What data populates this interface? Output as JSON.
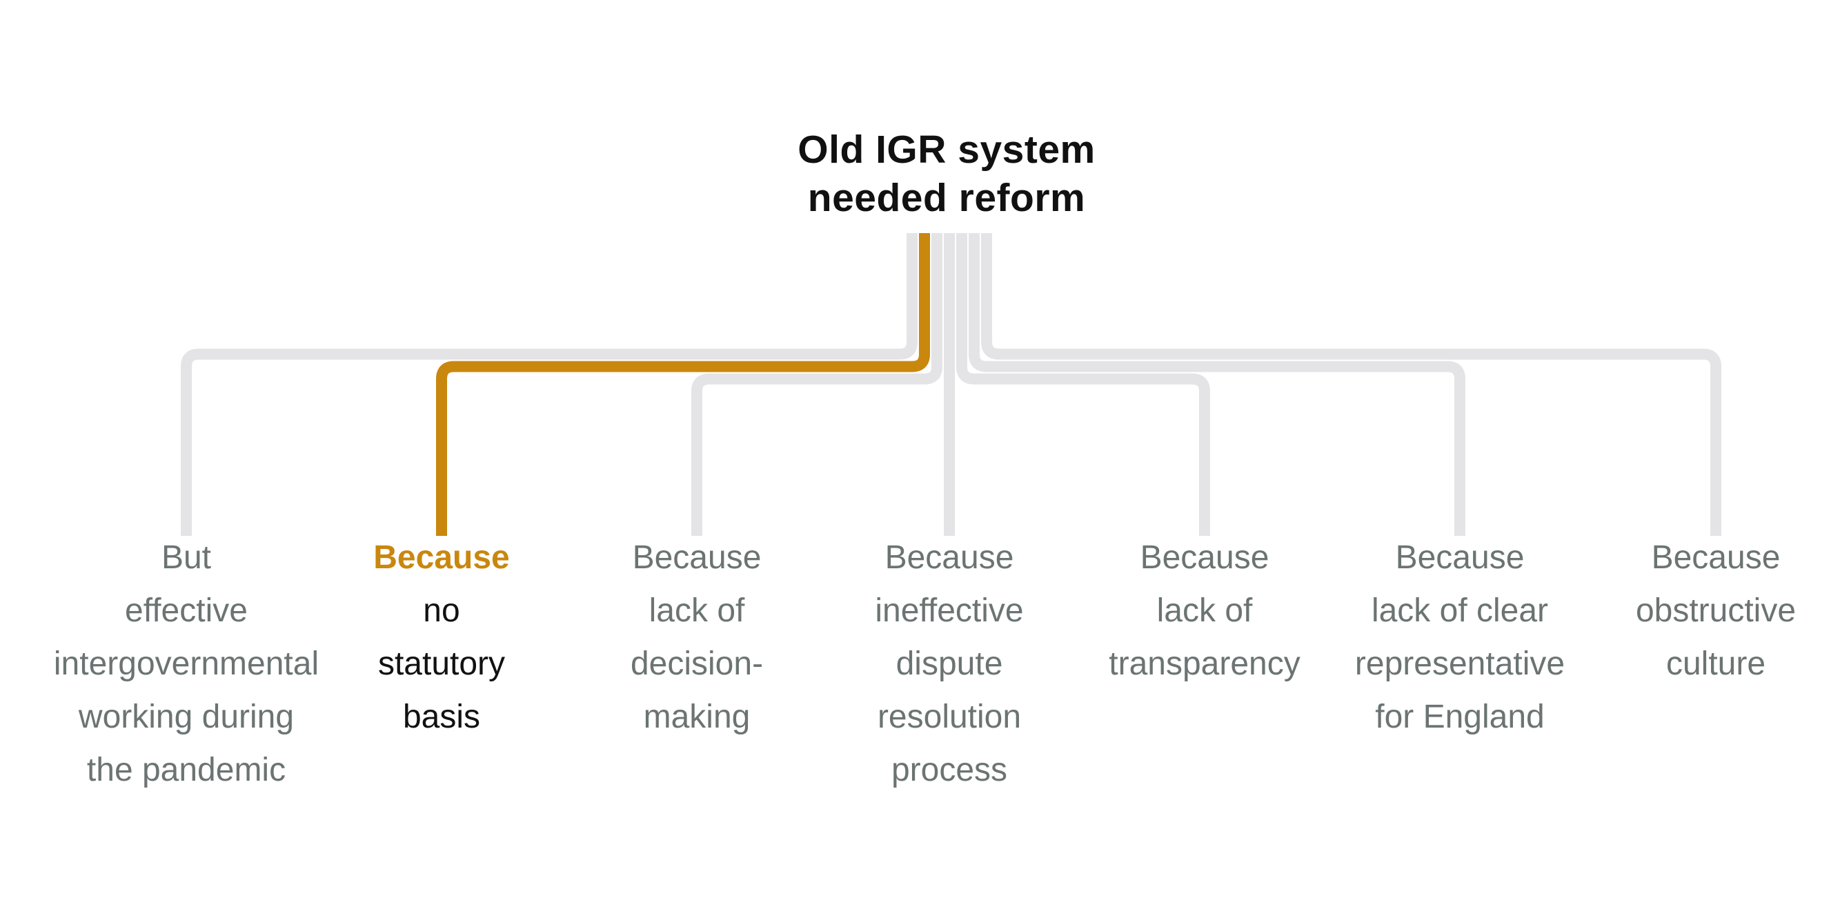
{
  "root": {
    "label_line1": "Old IGR system",
    "label_line2": "needed reform"
  },
  "branches": [
    {
      "name": "pandemic-working",
      "highlight": false,
      "lines": [
        "But",
        "effective",
        "intergovernmental",
        "working during",
        "the pandemic"
      ]
    },
    {
      "name": "statutory-basis",
      "highlight": true,
      "lines": [
        "Because",
        "no",
        "statutory",
        "basis"
      ]
    },
    {
      "name": "decision-making",
      "highlight": false,
      "lines": [
        "Because",
        "lack of",
        "decision-",
        "making"
      ]
    },
    {
      "name": "dispute-resolution",
      "highlight": false,
      "lines": [
        "Because",
        "ineffective",
        "dispute",
        "resolution",
        "process"
      ]
    },
    {
      "name": "transparency",
      "highlight": false,
      "lines": [
        "Because",
        "lack of",
        "transparency"
      ]
    },
    {
      "name": "england-representative",
      "highlight": false,
      "lines": [
        "Because",
        "lack of clear",
        "representative",
        "for England"
      ]
    },
    {
      "name": "obstructive-culture",
      "highlight": false,
      "lines": [
        "Because",
        "obstructive",
        "culture"
      ]
    }
  ],
  "colors": {
    "highlight": "#c9870e",
    "line_gray": "#e4e4e6",
    "text_gray": "#6b7472",
    "ink": "#111111",
    "background": "#ffffff"
  }
}
